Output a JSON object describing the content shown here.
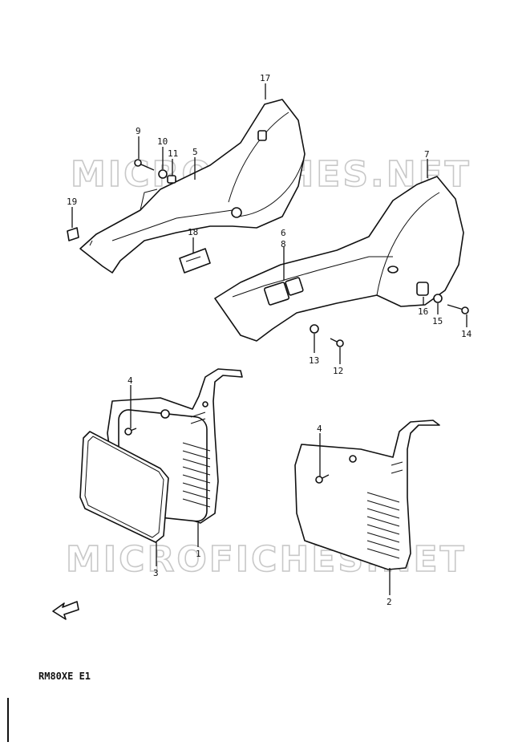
{
  "watermark": "MICROFICHES.NET",
  "model_code": "RM80XE E1",
  "callouts": [
    {
      "id": "c17",
      "text": "17"
    },
    {
      "id": "c9",
      "text": "9"
    },
    {
      "id": "c10",
      "text": "10"
    },
    {
      "id": "c11",
      "text": "11"
    },
    {
      "id": "c5",
      "text": "5"
    },
    {
      "id": "c19",
      "text": "19"
    },
    {
      "id": "c18",
      "text": "18"
    },
    {
      "id": "c7",
      "text": "7"
    },
    {
      "id": "c6",
      "text": "6"
    },
    {
      "id": "c8",
      "text": "8"
    },
    {
      "id": "c16",
      "text": "16"
    },
    {
      "id": "c15",
      "text": "15"
    },
    {
      "id": "c14",
      "text": "14"
    },
    {
      "id": "c13",
      "text": "13"
    },
    {
      "id": "c12",
      "text": "12"
    },
    {
      "id": "c4a",
      "text": "4"
    },
    {
      "id": "c4b",
      "text": "4"
    },
    {
      "id": "c1",
      "text": "1"
    },
    {
      "id": "c3",
      "text": "3"
    },
    {
      "id": "c2",
      "text": "2"
    }
  ]
}
